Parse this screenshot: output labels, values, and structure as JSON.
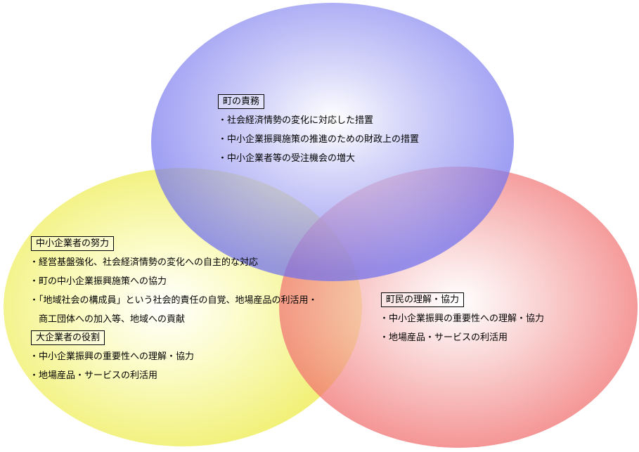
{
  "colors": {
    "blue": "#6b6bf0",
    "yellow": "#f0ef60",
    "red": "#f26a6a"
  },
  "town": {
    "title": "町の責務",
    "items": [
      "・社会経済情勢の変化に対応した措置",
      "・中小企業振興施策の推進のための財政上の措置",
      "・中小企業者等の受注機会の増大"
    ]
  },
  "sme": {
    "title": "中小企業者の努力",
    "items": [
      "・経営基盤強化、社会経済情勢の変化への自主的な対応",
      "・町の中小企業振興施策への協力",
      "・「地域社会の構成員」という社会的責任の自覚、地場産品の利活用・",
      "　商工団体への加入等、地域への貢献"
    ]
  },
  "large": {
    "title": "大企業者の役割",
    "items": [
      "・中小企業振興の重要性への理解・協力",
      "・地場産品・サービスの利活用"
    ]
  },
  "residents": {
    "title": "町民の理解・協力",
    "items": [
      "・中小企業振興の重要性への理解・協力",
      "・地場産品・サービスの利活用"
    ]
  }
}
